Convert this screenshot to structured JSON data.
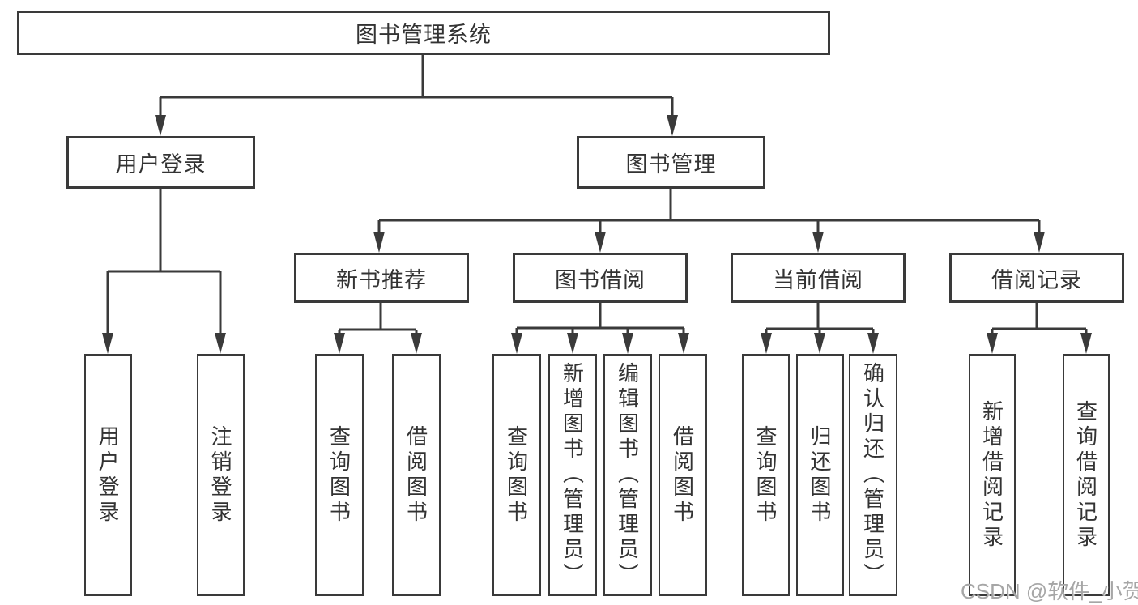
{
  "nodes": {
    "root": {
      "label": "图书管理系统"
    },
    "user_login": {
      "label": "用户登录"
    },
    "book_management": {
      "label": "图书管理"
    },
    "new_book_recommend": {
      "label": "新书推荐"
    },
    "book_borrow": {
      "label": "图书借阅"
    },
    "current_borrow": {
      "label": "当前借阅"
    },
    "borrow_record": {
      "label": "借阅记录"
    },
    "leaf_user_login": {
      "label": "用户登录"
    },
    "leaf_logout": {
      "label": "注销登录"
    },
    "leaf_nbr_query_book": {
      "label": "查询图书"
    },
    "leaf_nbr_borrow_book": {
      "label": "借阅图书"
    },
    "leaf_bb_query_book": {
      "label": "查询图书"
    },
    "leaf_bb_add_book": {
      "label": "新增图书（管理员）"
    },
    "leaf_bb_edit_book": {
      "label": "编辑图书（管理员）"
    },
    "leaf_bb_borrow_book": {
      "label": "借阅图书"
    },
    "leaf_cb_query_book": {
      "label": "查询图书"
    },
    "leaf_cb_return_book": {
      "label": "归还图书"
    },
    "leaf_cb_confirm_return": {
      "label": "确认归还（管理员）"
    },
    "leaf_br_add_record": {
      "label": "新增借阅记录"
    },
    "leaf_br_query_record": {
      "label": "查询借阅记录"
    }
  },
  "watermark": {
    "text": "CSDN @软件_小贺同学"
  },
  "colors": {
    "line": "#3a3a3a",
    "text": "#333333",
    "box_background": "#ffffff",
    "watermark": "#a6a6a6",
    "background": "#ffffff"
  }
}
